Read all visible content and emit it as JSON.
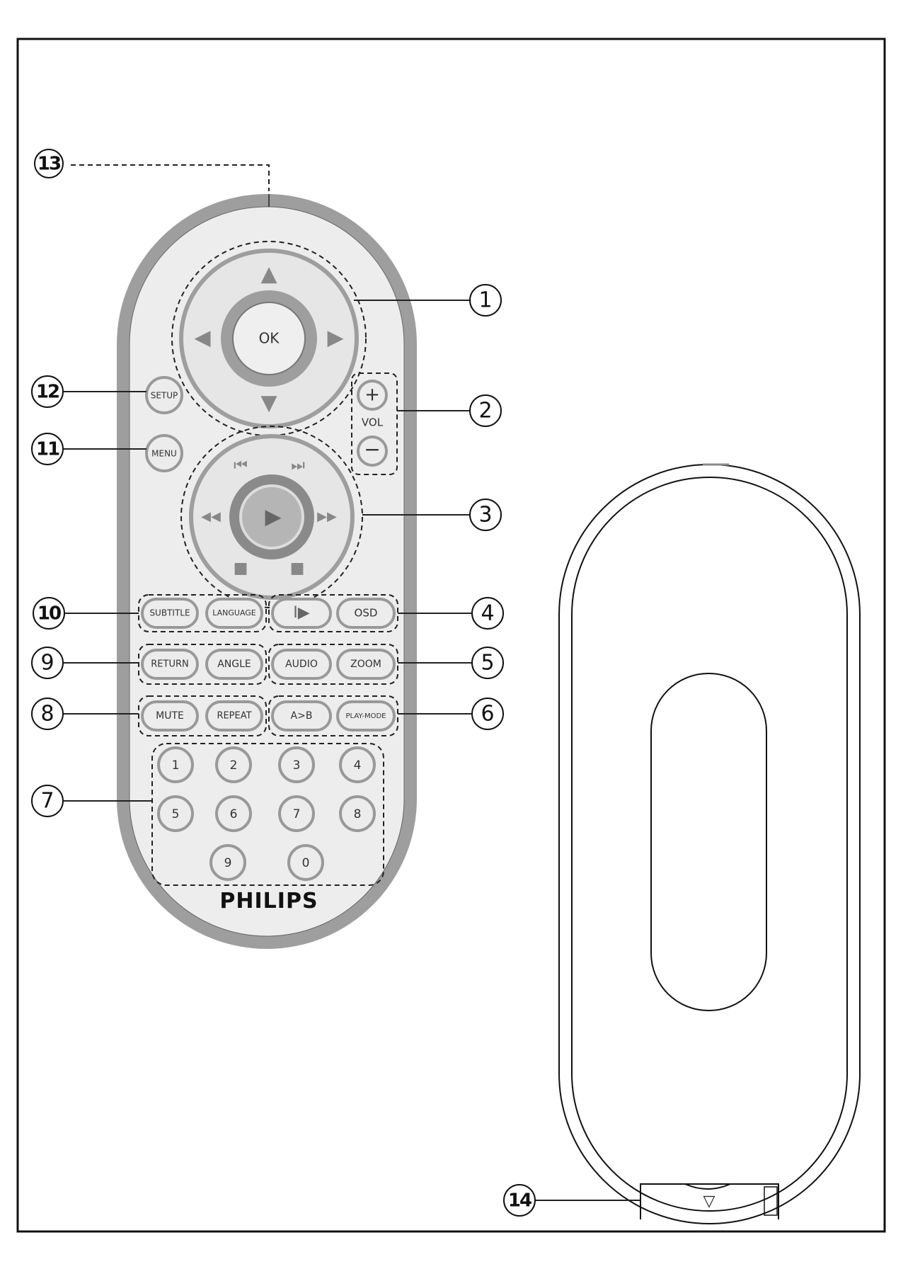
{
  "remote": {
    "brand": "PHILIPS",
    "nav": {
      "ok": "OK",
      "up": "▲",
      "down": "▼",
      "left": "◀",
      "right": "▶"
    },
    "vol": {
      "plus": "+",
      "label": "VOL",
      "minus": "−"
    },
    "setup": "SETUP",
    "menu": "MENU",
    "transport": {
      "prev": "⏮",
      "next": "⏭",
      "rew": "◀◀",
      "ffw": "▶▶",
      "play": "▶",
      "stop_left": "■",
      "stop_right": "■"
    },
    "row4": {
      "subtitle": "SUBTITLE",
      "language": "LANGUAGE",
      "slow": "I▶",
      "osd": "OSD"
    },
    "row5": {
      "return": "RETURN",
      "angle": "ANGLE",
      "audio": "AUDIO",
      "zoom": "ZOOM"
    },
    "row6": {
      "mute": "MUTE",
      "repeat": "REPEAT",
      "ab": "A>B",
      "playmode": "PLAY-MODE"
    },
    "digits": [
      "1",
      "2",
      "3",
      "4",
      "5",
      "6",
      "7",
      "8",
      "9",
      "0"
    ]
  },
  "callouts": [
    "1",
    "2",
    "3",
    "4",
    "5",
    "6",
    "7",
    "8",
    "9",
    "10",
    "11",
    "12",
    "13",
    "14"
  ],
  "battery_cover": {
    "arrow": "▽"
  }
}
